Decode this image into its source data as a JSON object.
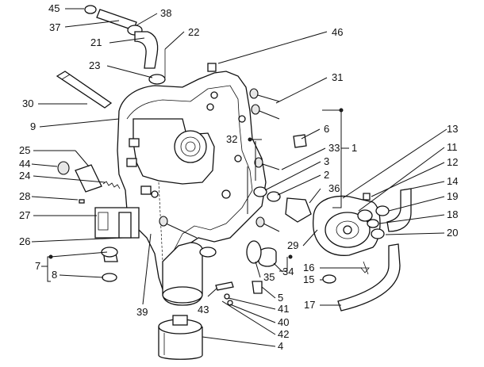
{
  "callouts": {
    "n45": "45",
    "n38": "38",
    "n37": "37",
    "n21": "21",
    "n22": "22",
    "n46": "46",
    "n23": "23",
    "n31": "31",
    "n30": "30",
    "n9": "9",
    "n6": "6",
    "n13": "13",
    "n32": "32",
    "n33": "33",
    "n1": "1",
    "n11": "11",
    "n25": "25",
    "n3": "3",
    "n12": "12",
    "n44": "44",
    "n2": "2",
    "n14": "14",
    "n24": "24",
    "n36": "36",
    "n19": "19",
    "n28": "28",
    "n18": "18",
    "n27": "27",
    "n20": "20",
    "n29": "29",
    "n26": "26",
    "n7": "7",
    "n16": "16",
    "n8": "8",
    "n34": "34",
    "n15": "15",
    "n35": "35",
    "n5": "5",
    "n17": "17",
    "n39": "39",
    "n43": "43",
    "n41": "41",
    "n40": "40",
    "n42": "42",
    "n4": "4"
  }
}
